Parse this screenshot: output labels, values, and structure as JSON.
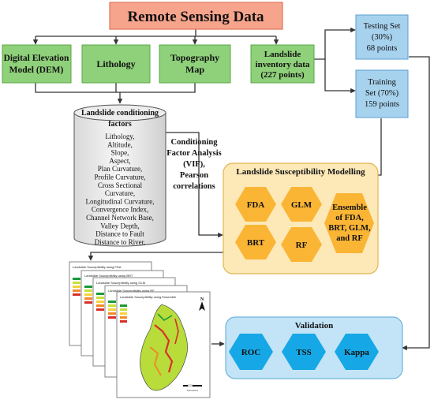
{
  "header": {
    "title": "Remote Sensing Data"
  },
  "inputs": {
    "dem": [
      "Digital Elevation",
      "Model (DEM)"
    ],
    "lithology": "Lithology",
    "topography": [
      "Topography",
      "Map"
    ],
    "inventory": [
      "Landslide",
      "inventory data",
      "(227 points)"
    ]
  },
  "sets": {
    "testing": [
      "Testing Set",
      "(30%)",
      "68 points"
    ],
    "training": [
      "Training",
      "Set (70%)",
      "159 points"
    ]
  },
  "factors": {
    "title": [
      "Landslide conditioning",
      "factors"
    ],
    "list": [
      "Lithology,",
      "Altitude,",
      "Slope,",
      "Aspect,",
      "Plan Curvature,",
      "Profile Curvature,",
      "Cross Sectional",
      "Curvature,",
      "Longitudinal Curvature,",
      "Convergence Index,",
      "Channel Network Base,",
      "Valley Depth,",
      "Distance to Fault",
      "Distance to River."
    ]
  },
  "analysis": {
    "lines": [
      "Conditioning",
      "Factor Analysis",
      "(VIF),",
      "Pearson",
      "correlations"
    ]
  },
  "modelling": {
    "title": "Landslide Susceptibility Modelling",
    "models": {
      "fda": "FDA",
      "glm": "GLM",
      "brt": "BRT",
      "rf": "RF"
    },
    "ensemble": [
      "Ensemble",
      "of FDA,",
      "BRT, GLM,",
      "and RF"
    ]
  },
  "validation": {
    "title": "Validation",
    "metrics": [
      "ROC",
      "TSS",
      "Kappa"
    ]
  },
  "maps": {
    "titles": [
      "Landslide Susceptibility using FDA",
      "Landslide Susceptibility using BRT",
      "Landslide Susceptibility using GLM",
      "Landslide Susceptibility using RF",
      "Landslide Susceptibility using Ensemble"
    ],
    "north": "N",
    "scale_label": "Kilometers"
  },
  "colors": {
    "header_fill": "#f7a48c",
    "header_stroke": "#e0745a",
    "green_fill": "#8fd07a",
    "green_stroke": "#5aa845",
    "blue_fill": "#a7d2ee",
    "blue_stroke": "#5a9fd0",
    "hex_fill": "#fbb535",
    "panel_fill": "#fde9b8",
    "panel_stroke": "#e3b44d",
    "val_fill": "#c3e4f6",
    "val_stroke": "#6fb3dc",
    "val_hex": "#16a8e6"
  }
}
